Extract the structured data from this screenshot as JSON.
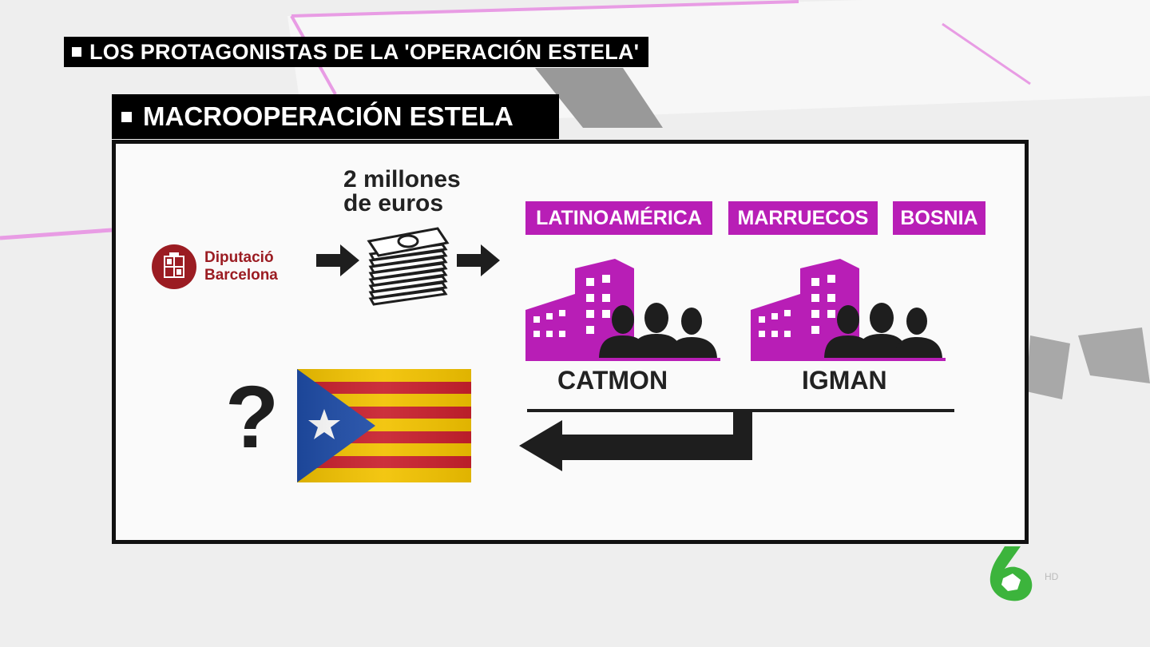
{
  "header": {
    "top_title": "LOS PROTAGONISTAS DE LA 'OPERACIÓN ESTELA'",
    "sub_title": "MACROOPERACIÓN ESTELA"
  },
  "diagram": {
    "money_line1": "2 millones",
    "money_line2": "de euros",
    "logo_line1": "Diputació",
    "logo_line2": "Barcelona",
    "regions": [
      "LATINOAMÉRICA",
      "MARRUECOS",
      "BOSNIA"
    ],
    "companies": [
      "CATMON",
      "IGMAN"
    ],
    "question": "?"
  },
  "colors": {
    "accent": "#b81eb6",
    "logo": "#9b1c22",
    "dark": "#1e1e1e",
    "flag_red": "#c8202d",
    "flag_yellow": "#f2c200",
    "flag_blue": "#1f4da8",
    "brand_green": "#3cb43c"
  },
  "icons": [
    "arrow-right-icon",
    "money-stack-icon",
    "building-icon",
    "people-icon",
    "return-arrow-icon",
    "flag-icon",
    "channel-logo-icon"
  ]
}
